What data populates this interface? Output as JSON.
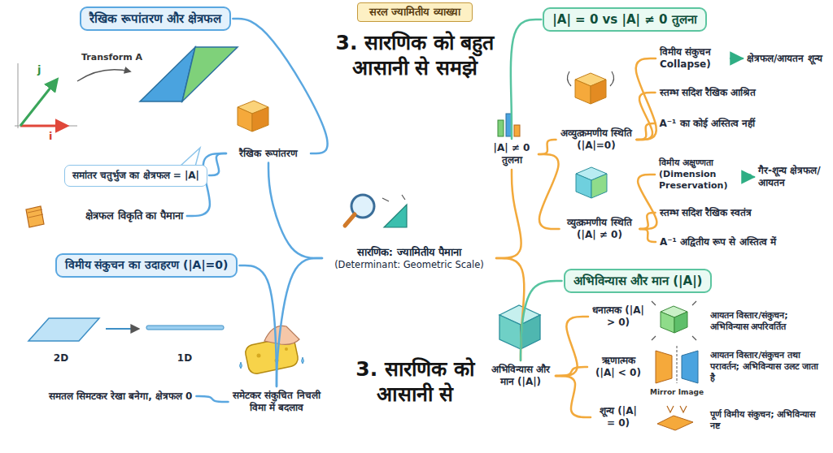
{
  "diagram": {
    "title": "3. सारणिक को बहुत आसानी से समझे",
    "nodes": [
      {
        "text": [
          "सरल ज्यामितीय व्याख्या"
        ]
      },
      {
        "text": [
          "रैखिक रूपांतरण और क्षेत्रफल"
        ]
      },
      {
        "text": [
          "समांतर चतुर्भुज का क्षेत्रफल = |A|"
        ]
      },
      {
        "text": [
          "रैखिक रूपांतरण"
        ]
      },
      {
        "text": [
          "क्षेत्रफल विकृति का पैमाना"
        ]
      },
      {
        "text": [
          "विमीय संकुचन का उदाहरण (|A|=0)"
        ]
      },
      {
        "text": [
          "समतल सिमटकर रेखा बनेगा, क्षेत्रफल 0"
        ]
      },
      {
        "text": [
          "समेटकर संकुचित निचली विमा में बदलाव"
        ]
      },
      {
        "text": [
          "सारणिक: ज्यामितीय पैमाना",
          "(Determinant: Geometric Scale)"
        ]
      },
      {
        "text": [
          "|A| = 0 vs |A| ≠ 0 तुलना"
        ]
      },
      {
        "text": [
          "|A| ≠ 0 तुलना"
        ]
      },
      {
        "text": [
          "अव्युत्क्रमणीय स्थिति (|A|=0)"
        ]
      },
      {
        "text": [
          "विमीय संकुचन Collapse)"
        ]
      },
      {
        "text": [
          "क्षेत्रफल/आयतन शून्य"
        ]
      },
      {
        "text": [
          "स्तम्भ सदिश रैखिक आश्रित"
        ]
      },
      {
        "text": [
          "A⁻¹ का कोई अस्तित्व नहीं"
        ]
      },
      {
        "text": [
          "व्युत्क्रमणीय स्थिति (|A| ≠ 0)"
        ]
      },
      {
        "text": [
          "विमीय अक्षुण्णता (Dimension Preservation)"
        ]
      },
      {
        "text": [
          "गैर-शून्य क्षेत्रफल/आयतन"
        ]
      },
      {
        "text": [
          "स्तम्भ सदिश रैखिक स्वतंत्र"
        ]
      },
      {
        "text": [
          "A⁻¹ अद्वितीय रूप से अस्तित्व में"
        ]
      },
      {
        "text": [
          "अभिविन्यास और मान (|A|)"
        ]
      },
      {
        "text": [
          "अभिविन्यास और मान (|A|)"
        ]
      },
      {
        "text": [
          "धनात्मक (|A| > 0)"
        ]
      },
      {
        "text": [
          "आयतन विस्तार/संकुचन; अभिविन्यास अपरिवर्तित"
        ]
      },
      {
        "text": [
          "ऋणात्मक (|A| < 0)"
        ]
      },
      {
        "text": [
          "आयतन विस्तार/संकुचन तथा परावर्तन; अभिविन्यास उलट जाता है"
        ]
      },
      {
        "text": [
          "शून्य (|A| = 0)"
        ]
      },
      {
        "text": [
          "पूर्ण विमीय संकुचन; अभिविन्यास नष्ट"
        ]
      }
    ],
    "edges": [
      {
        "from": 8,
        "to": 3,
        "arrow": "none"
      },
      {
        "from": 3,
        "to": 1,
        "arrow": "none"
      },
      {
        "from": 3,
        "to": 2,
        "arrow": "none"
      },
      {
        "from": 3,
        "to": 4,
        "arrow": "none"
      },
      {
        "from": 8,
        "to": 7,
        "arrow": "none"
      },
      {
        "from": 7,
        "to": 5,
        "arrow": "none"
      },
      {
        "from": 7,
        "to": 6,
        "arrow": "none"
      },
      {
        "from": 8,
        "to": 10,
        "arrow": "none"
      },
      {
        "from": 10,
        "to": 9,
        "arrow": "none"
      },
      {
        "from": 10,
        "to": 11,
        "arrow": "none"
      },
      {
        "from": 10,
        "to": 16,
        "arrow": "none"
      },
      {
        "from": 11,
        "to": 12,
        "arrow": "none"
      },
      {
        "from": 12,
        "to": 13,
        "arrow": "to"
      },
      {
        "from": 11,
        "to": 14,
        "arrow": "none"
      },
      {
        "from": 11,
        "to": 15,
        "arrow": "none"
      },
      {
        "from": 16,
        "to": 17,
        "arrow": "none"
      },
      {
        "from": 17,
        "to": 18,
        "arrow": "to"
      },
      {
        "from": 16,
        "to": 19,
        "arrow": "none"
      },
      {
        "from": 16,
        "to": 20,
        "arrow": "none"
      },
      {
        "from": 8,
        "to": 22,
        "arrow": "none"
      },
      {
        "from": 22,
        "to": 21,
        "arrow": "none"
      },
      {
        "from": 22,
        "to": 23,
        "arrow": "none"
      },
      {
        "from": 22,
        "to": 25,
        "arrow": "none"
      },
      {
        "from": 22,
        "to": 27,
        "arrow": "none"
      }
    ],
    "labels": [
      "Transform A",
      "j",
      "i",
      "2D",
      "1D",
      "3. सारणिक को आसानी से",
      "Mirror Image"
    ]
  }
}
